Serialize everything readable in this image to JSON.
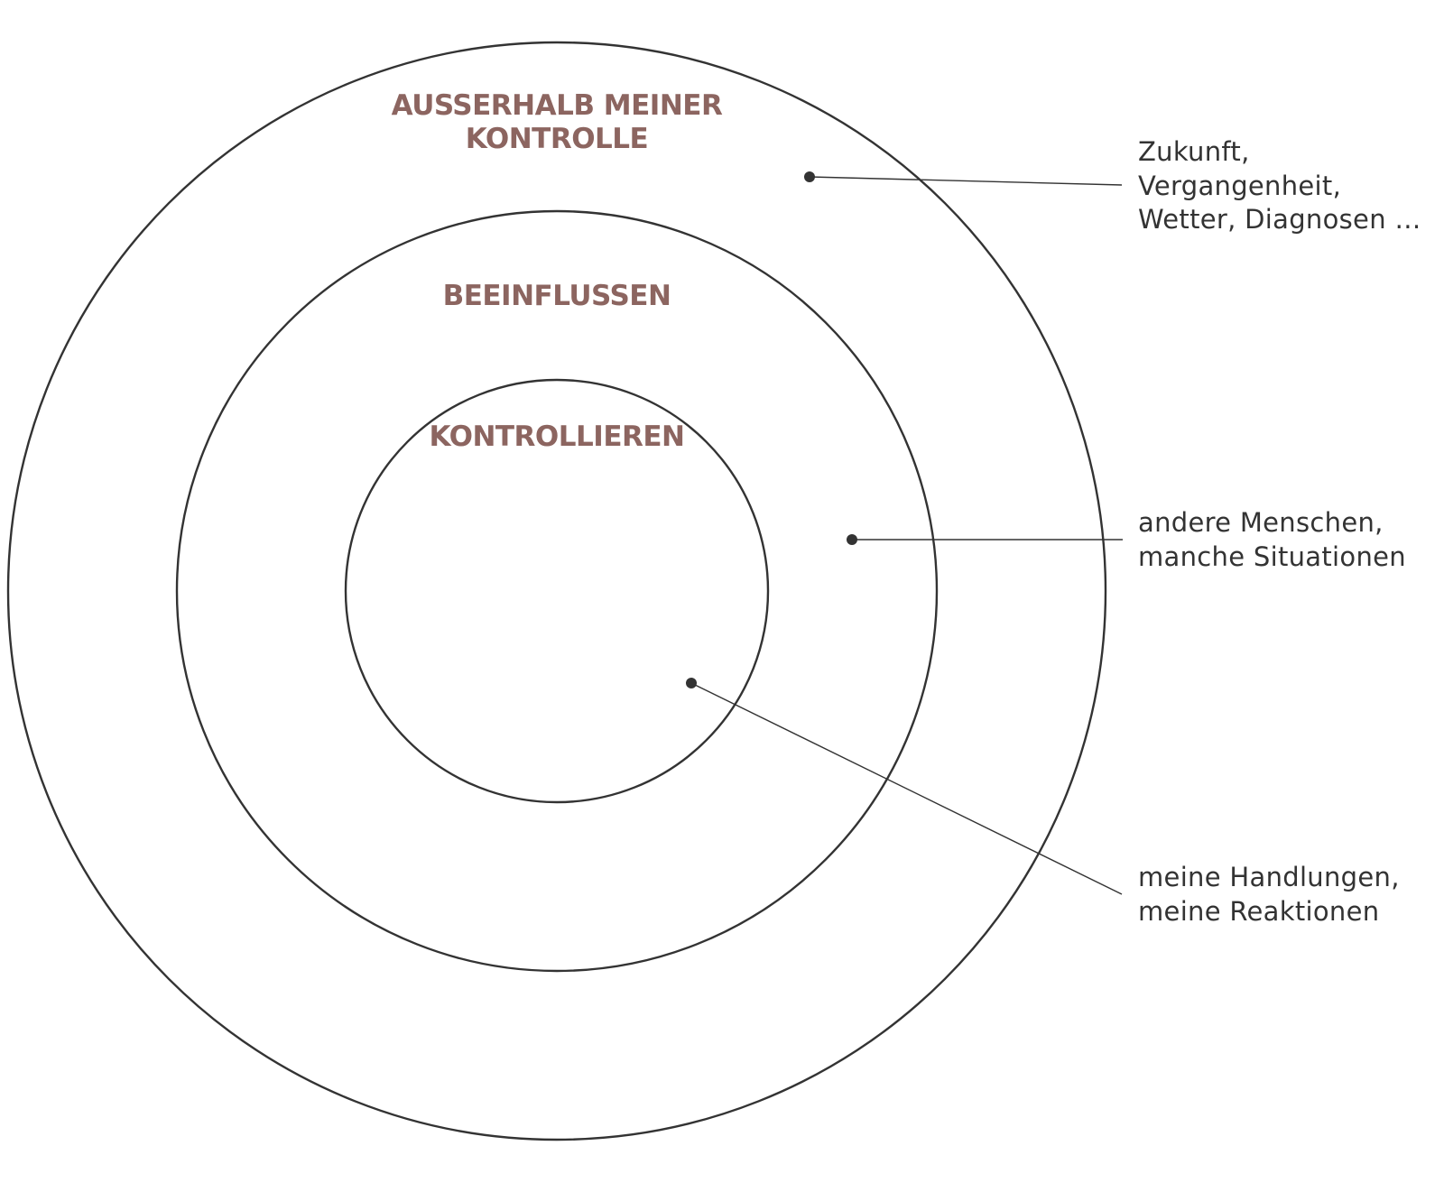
{
  "diagram": {
    "zones": [
      {
        "id": "outer",
        "label_lines": [
          "AUSSERHALB MEINER",
          "KONTROLLE"
        ],
        "note_lines": [
          "Zukunft,",
          "Vergangenheit,",
          "Wetter, Diagnosen …"
        ]
      },
      {
        "id": "middle",
        "label_lines": [
          "BEEINFLUSSEN"
        ],
        "note_lines": [
          "andere Menschen,",
          "manche Situationen"
        ]
      },
      {
        "id": "inner",
        "label_lines": [
          "KONTROLLIEREN"
        ],
        "note_lines": [
          "meine Handlungen,",
          "meine Reaktionen"
        ]
      }
    ],
    "colors": {
      "zone_label": "#8c6560",
      "ring_stroke": "#333333",
      "note_text": "#333333",
      "background": "#ffffff"
    }
  }
}
